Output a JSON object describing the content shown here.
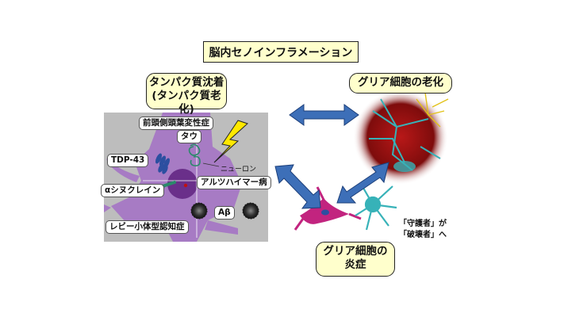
{
  "title": "脳内セノインフラメーション",
  "callouts": {
    "protein_line1": "タンパク質沈着",
    "protein_line2": "(タンパク質老化)",
    "glia_aging": "グリア細胞の老化",
    "glia_inflam_line1": "グリア細胞の",
    "glia_inflam_line2": "炎症"
  },
  "labels": {
    "ftd": "前頭側頭葉変性症",
    "tau": "タウ",
    "tdp43": "TDP-43",
    "neuron": "ニューロン",
    "alpha_syn": "αシヌクレイン",
    "alzheimer": "アルツハイマー病",
    "abeta": "Aβ",
    "lewy": "レビー小体型認知症",
    "guardian_line1": "「守護者」が",
    "guardian_line2": "「破壊者」へ"
  },
  "colors": {
    "neuron": "#a77bc4",
    "nucleus": "#6a2f8a",
    "panel_bg": "#bdbdbd",
    "arrow": "#3d6fb8",
    "aged_sphere": "#8a1010",
    "microglia": "#c2247f",
    "astrocyte": "#37b2b8",
    "lightning": "#ffe800"
  },
  "icons": [
    "lightning-bolt-icon",
    "tdp43-aggregate-icon",
    "tau-tangle-icon",
    "abeta-plaque-icon",
    "alpha-synuclein-icon"
  ]
}
